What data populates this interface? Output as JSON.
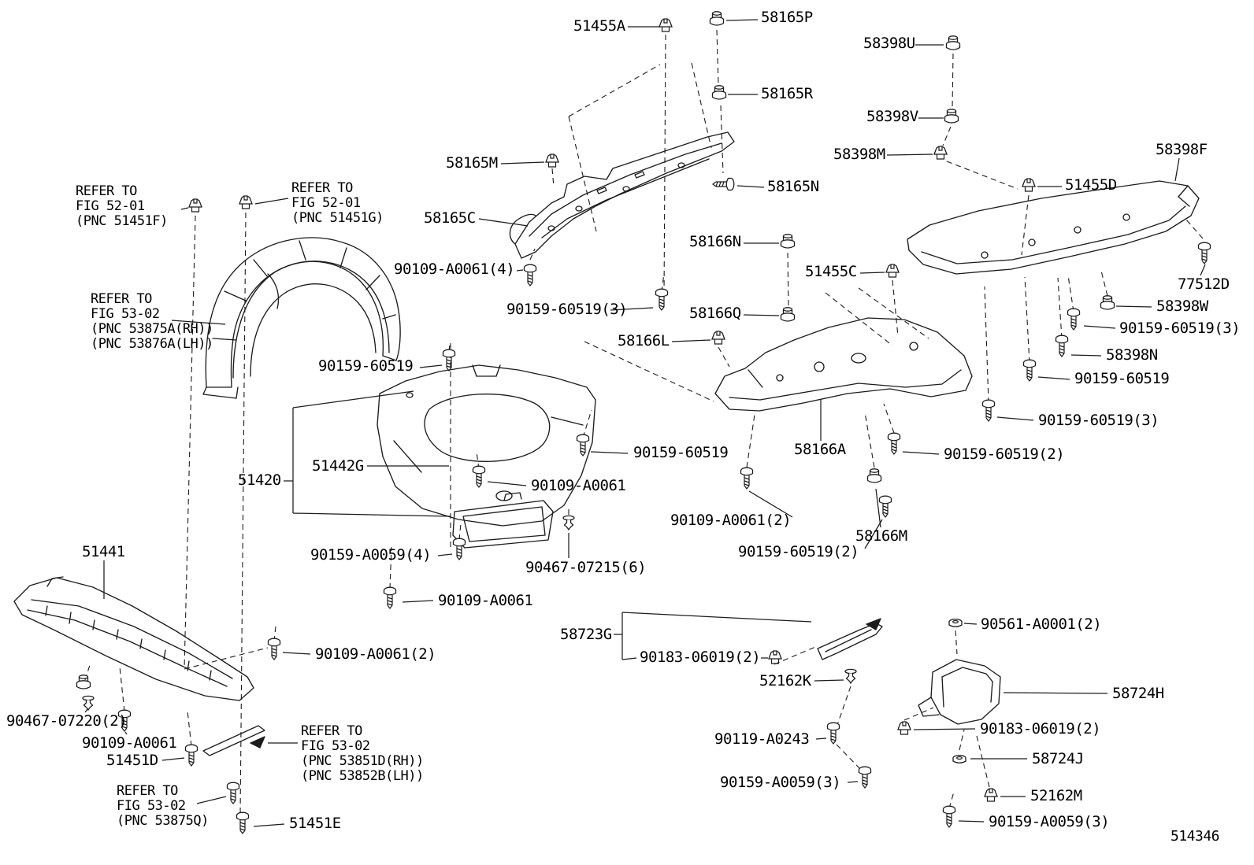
{
  "diagram": {
    "drawing_number": "514346",
    "labels": {
      "a51455A": "51455A",
      "a58165P": "58165P",
      "a58398U": "58398U",
      "a58165R": "58165R",
      "a58398V": "58398V",
      "a58398M": "58398M",
      "a58398F": "58398F",
      "a51455D": "51455D",
      "a58165M": "58165M",
      "a58165N": "58165N",
      "a58165C": "58165C",
      "a90109_A0061_4": "90109-A0061(4)",
      "a58166N": "58166N",
      "a51455C": "51455C",
      "a77512D": "77512D",
      "a58398W": "58398W",
      "a90159_60519_3_left": "90159-60519(3)",
      "a58166Q": "58166Q",
      "a90159_60519_3_right1": "90159-60519(3)",
      "a58166L": "58166L",
      "a58398N": "58398N",
      "a90159_60519_mid": "90159-60519",
      "a90159_60519_right": "90159-60519",
      "a90159_60519_3_right2": "90159-60519(3)",
      "a58166A": "58166A",
      "a90159_60519_2_right": "90159-60519(2)",
      "a90159_60519_center": "90159-60519",
      "a51442G": "51442G",
      "a51420": "51420",
      "a90109_A0061_mid": "90109-A0061",
      "a90109_A0061_2_mid": "90109-A0061(2)",
      "a58166M": "58166M",
      "a90159_60519_2_bottom": "90159-60519(2)",
      "a90159_A0059_4": "90159-A0059(4)",
      "a90467_07215_6": "90467-07215(6)",
      "a51441": "51441",
      "a90109_A0061_low": "90109-A0061",
      "a58723G": "58723G",
      "a90561_A0001_2": "90561-A0001(2)",
      "a90183_06019_2_left": "90183-06019(2)",
      "a90109_A0061_2_left": "90109-A0061(2)",
      "a52162K": "52162K",
      "a58724H": "58724H",
      "a90467_07220_2": "90467-07220(2)",
      "a90119_A0243": "90119-A0243",
      "a90183_06019_2_right": "90183-06019(2)",
      "a90109_A0061_bl": "90109-A0061",
      "a51451D": "51451D",
      "a58724J": "58724J",
      "a90159_A0059_3_mid": "90159-A0059(3)",
      "a52162M": "52162M",
      "a51451E": "51451E",
      "a90159_A0059_3_br": "90159-A0059(3)"
    },
    "notes": {
      "refer_51451F": "REFER TO\nFIG 52-01\n(PNC 51451F)",
      "refer_51451G": "REFER TO\nFIG 52-01\n(PNC 51451G)",
      "refer_53875A": "REFER TO\nFIG 53-02\n(PNC 53875A(RH))\n(PNC 53876A(LH))",
      "refer_53851D": "REFER TO\nFIG 53-02\n(PNC 53851D(RH))\n(PNC 53852B(LH))",
      "refer_53875Q": "REFER TO\nFIG 53-02\n(PNC 53875Q)"
    },
    "icons": {
      "screw": "screw-icon",
      "clip": "clip-icon",
      "grommet": "grommet-icon",
      "nut": "nut-icon",
      "push_clip": "push-clip-icon"
    },
    "colors": {
      "line": "#1c1c1c",
      "background": "#ffffff"
    }
  }
}
